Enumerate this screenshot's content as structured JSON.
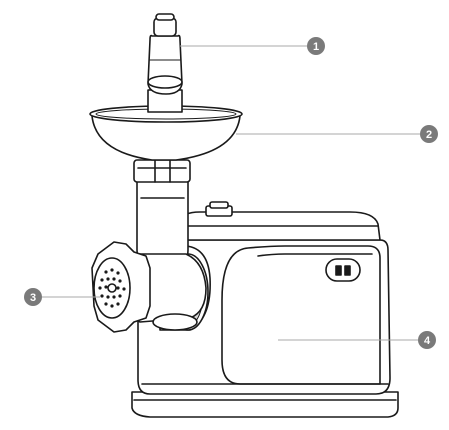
{
  "diagram": {
    "callouts": [
      {
        "id": 1,
        "label": "1"
      },
      {
        "id": 2,
        "label": "2"
      },
      {
        "id": 3,
        "label": "3"
      },
      {
        "id": 4,
        "label": "4"
      }
    ],
    "colors": {
      "outline": "#1a1a1a",
      "fill": "#ffffff",
      "callout_fill": "#7a7a7a",
      "leader_line": "#a8a8a8",
      "shade": "#d9d9d9"
    }
  }
}
